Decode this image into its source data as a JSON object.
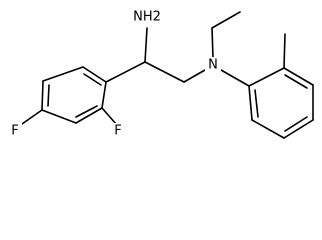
{
  "structure": {
    "atoms": {
      "amine": "NH2",
      "nitrogen": "N",
      "fluorine_ortho": "F",
      "fluorine_para": "F"
    }
  }
}
